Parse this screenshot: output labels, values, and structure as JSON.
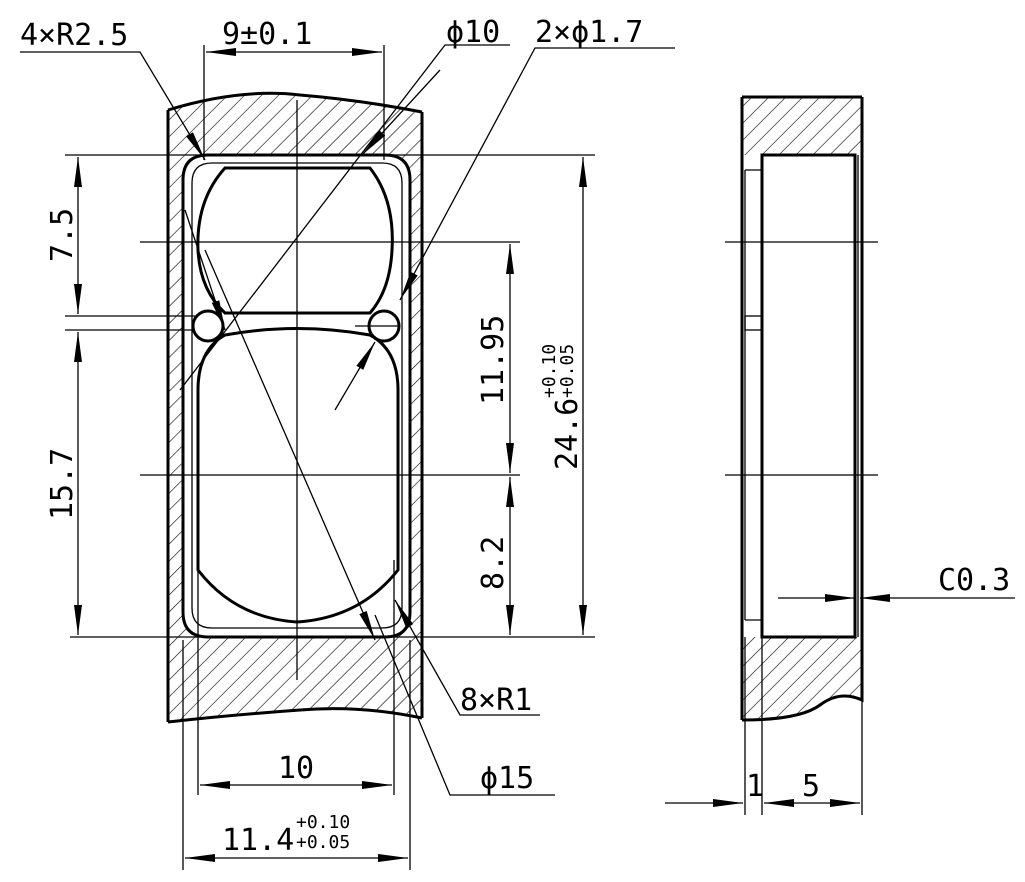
{
  "front_view": {
    "callouts": {
      "corner_radius": "4×R2.5",
      "width_tolerance": "9±0.1",
      "upper_diameter": "ϕ10",
      "hole_diameter": "2×ϕ1.7",
      "fillet_radius": "8×R1",
      "lower_diameter": "ϕ15"
    },
    "dimensions": {
      "upper_height": "7.5",
      "lower_height": "15.7",
      "center_spacing": "11.95",
      "lower_offset": "8.2",
      "total_height": "24.6",
      "total_height_upper_tol": "+0.10",
      "total_height_lower_tol": "+0.05",
      "inner_width": "10",
      "outer_width": "11.4",
      "outer_width_upper_tol": "+0.10",
      "outer_width_lower_tol": "+0.05"
    }
  },
  "side_view": {
    "dimensions": {
      "chamfer": "C0.3",
      "lip_thickness": "1",
      "depth": "5"
    }
  }
}
